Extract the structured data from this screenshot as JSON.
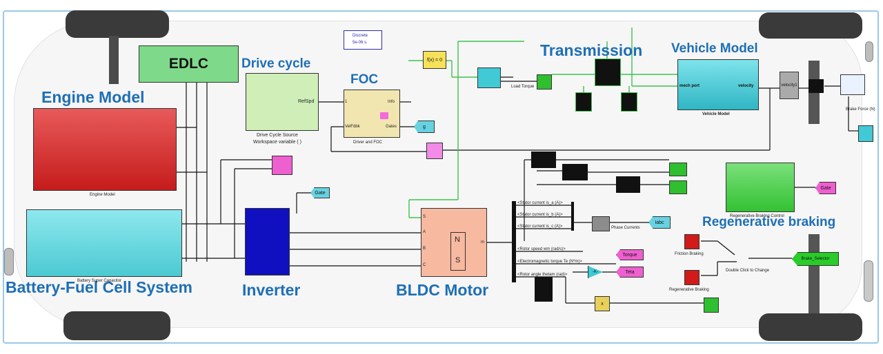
{
  "sections": {
    "edlc": "EDLC",
    "drive_cycle": "Drive cycle",
    "foc": "FOC",
    "transmission": "Transmission",
    "vehicle_model": "Vehicle Model",
    "engine_model": "Engine Model",
    "battery_fuel_cell": "Battery-Fuel Cell System",
    "inverter": "Inverter",
    "bldc_motor": "BLDC Motor",
    "regenerative_braking": "Regenerative braking"
  },
  "blocks": {
    "discrete_line1": "Discrete",
    "discrete_line2": "5e-06 s.",
    "drive_cycle_source": "Drive Cycle Source",
    "workspace_variable": "Workspace variable ( )",
    "foc_port_ref": "RefSpd",
    "foc_port_info": "Info",
    "foc_port_velfdbk": "VelFdbk",
    "foc_port_gates": "Gates",
    "foc_label": "Driver and FOC",
    "fx0": "f(x) = 0",
    "load_torque": "Load Torque",
    "vehicle_mech_port": "mech port",
    "vehicle_velocity": "velocity",
    "vehicle_label": "Vehicle Model",
    "velocity_gain": "velocity1",
    "brake_force": "Brake Force (N)",
    "engine_label": "Engine Model",
    "battery_label": "Battery Super Capacitor",
    "gate_tag_inverter": "Gate",
    "gate_tag_foc": "g",
    "gate_tag_regen": "Gate",
    "motor_n": "N",
    "motor_s": "S",
    "motor_port_a": "A",
    "motor_port_b": "B",
    "motor_port_c": "C",
    "motor_port_s": "S",
    "motor_port_m": "m",
    "bus_stator_a": "<Stator current is_a (A)>",
    "bus_stator_b": "<Stator current is_b (A)>",
    "bus_stator_c": "<Stator current is_c (A)>",
    "bus_rotor_speed": "<Rotor speed wm (rad/s)>",
    "bus_em_torque": "<Electromagnetic torque Te (N*m)>",
    "bus_rotor_angle": "<Rotor angle thetam (rad)>",
    "phase_currents": "Phase Currents",
    "iabc_tag": "Iabc",
    "torque_tag": "Torque",
    "teta_tag": "Teta",
    "gain_k": "-K-",
    "mult_x": "x",
    "regen_control": "Regenerative Braking Control",
    "friction_braking": "Friction Braking",
    "regenerative_braking_const": "Regenerative Braking",
    "double_click": "Double Click to Change",
    "brake_selector": "Brake_Selector"
  },
  "colors": {
    "section_text": "#1e6fb5",
    "edlc_fill": "#7ed98a",
    "engine_fill": "#e03a3a",
    "battery_fill": "#5ed6de",
    "drive_cycle_fill": "#cfeeb8",
    "foc_fill": "#f2e6b0",
    "inverter_fill": "#1010c0",
    "motor_fill": "#f7b9a0",
    "vehicle_fill": "#41c9d6",
    "scope_fill": "#2fbf2f",
    "regen_fill": "#52d352",
    "goto_tag_cyan": "#67d2e2",
    "goto_tag_pink": "#ee5fcf",
    "goto_tag_green": "#29cc29",
    "const_red": "#d11a1a",
    "fx_yellow": "#f5e15a",
    "mult_yellow": "#e8d05a",
    "wire_green": "#3cc34c"
  }
}
